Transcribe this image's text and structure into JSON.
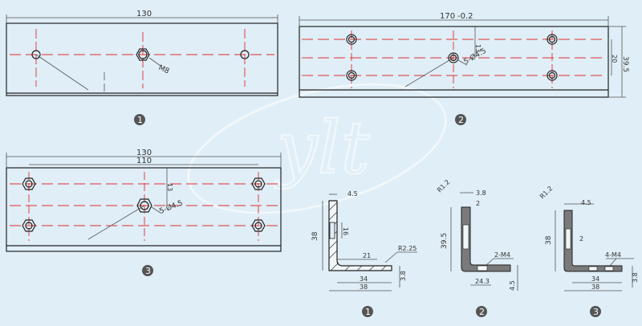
{
  "watermark": "ylt",
  "part1": {
    "width_dim": "130",
    "thread_note": "M8",
    "badge": "1"
  },
  "part2": {
    "width_dim": "170",
    "width_tol": "-0.2",
    "hole_note": "5-Ø4.5",
    "height_dim1": "13",
    "height_dim2": "20",
    "height_dim3": "39.5",
    "badge": "2"
  },
  "part3": {
    "width_dim": "130",
    "inner_dim": "110",
    "hole_note": "5-Ø4.5",
    "height_dim": "13",
    "badge": "3"
  },
  "section1": {
    "top_dim": "4.5",
    "height_dim": "38",
    "slot_dim": "16",
    "inner_dim": "21",
    "radius": "R2.25",
    "base_dim1": "34",
    "base_dim2": "38",
    "thick_dim": "3.8",
    "badge": "1"
  },
  "section2": {
    "radius": "R1.2",
    "top_dim": "3.8",
    "small_dim": "2",
    "height_dim": "39.5",
    "thread_note": "2-M4",
    "base_dim": "24.3",
    "thick_dim": "4.5",
    "badge": "2"
  },
  "section3": {
    "radius": "R1.2",
    "top_dim": "4.5",
    "height_dim": "38",
    "small_dim": "2",
    "thread_note": "4-M4",
    "base_dim1": "34",
    "base_dim2": "38",
    "thick_dim": "3.8",
    "badge": "3"
  }
}
